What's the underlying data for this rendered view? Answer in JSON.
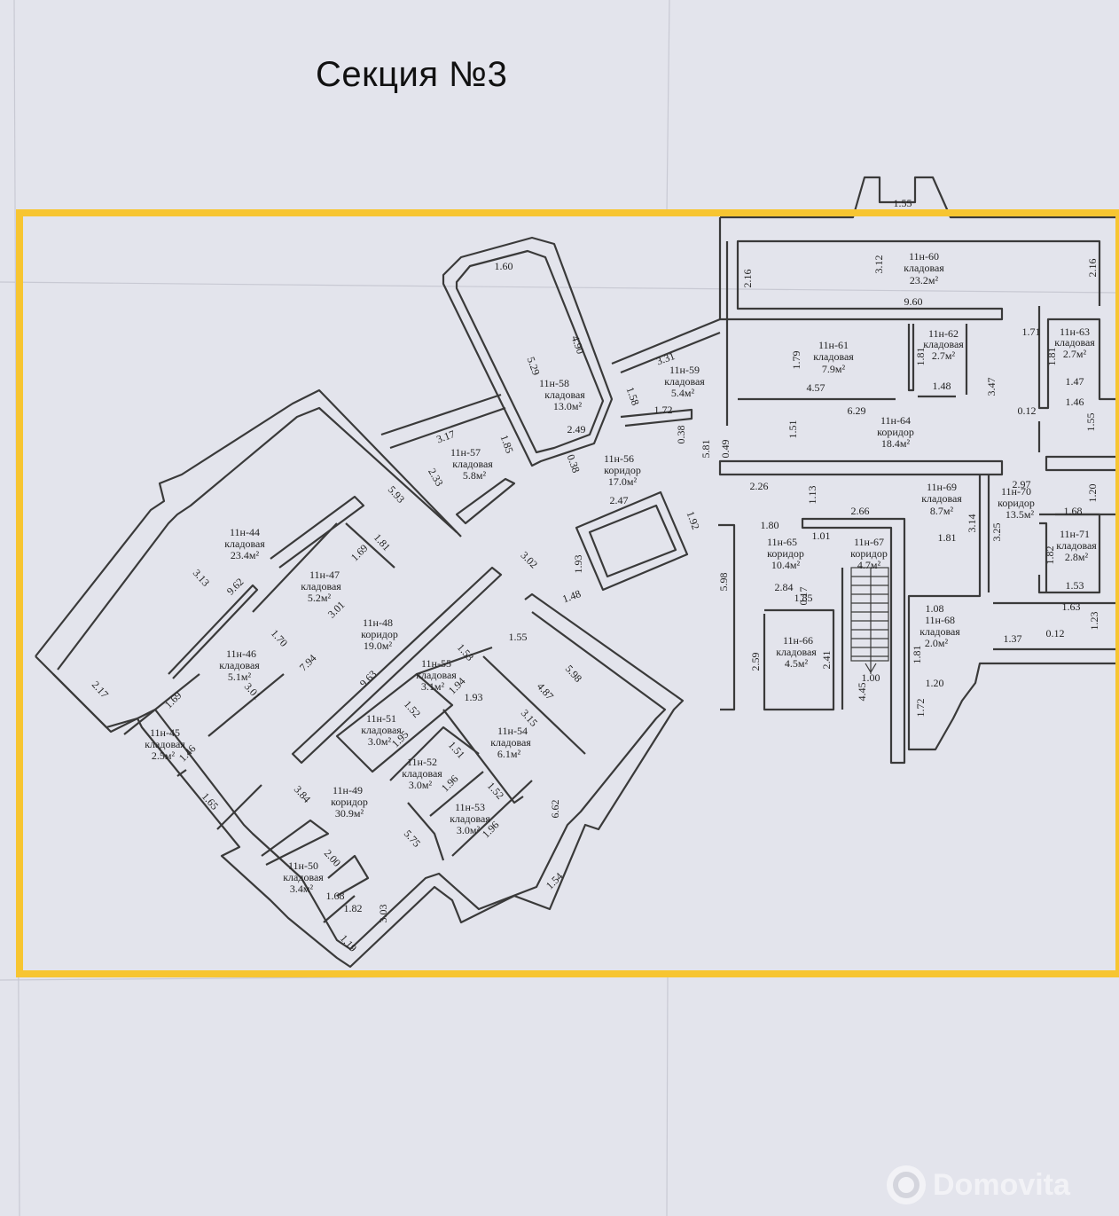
{
  "title": "Секция №3",
  "highlight_color": "#f7c531",
  "watermark": {
    "icon": "domovita-logo-icon",
    "text": "Domovita"
  },
  "rooms": [
    {
      "id": "11н-60",
      "type": "кладовая",
      "area": "23.2м²"
    },
    {
      "id": "11н-61",
      "type": "кладовая",
      "area": "7.9м²"
    },
    {
      "id": "11н-62",
      "type": "кладовая",
      "area": "2.7м²"
    },
    {
      "id": "11н-63",
      "type": "кладовая",
      "area": "2.7м²"
    },
    {
      "id": "11н-64",
      "type": "коридор",
      "area": "18.4м²"
    },
    {
      "id": "11н-58",
      "type": "кладовая",
      "area": "13.0м²"
    },
    {
      "id": "11н-59",
      "type": "кладовая",
      "area": "5.4м²"
    },
    {
      "id": "11н-57",
      "type": "кладовая",
      "area": "5.8м²"
    },
    {
      "id": "11н-56",
      "type": "коридор",
      "area": "17.0м²"
    },
    {
      "id": "11н-69",
      "type": "кладовая",
      "area": "8.7м²"
    },
    {
      "id": "11н-70",
      "type": "коридор",
      "area": "13.5м²"
    },
    {
      "id": "11н-71",
      "type": "кладовая",
      "area": "2.8м²"
    },
    {
      "id": "11н-65",
      "type": "коридор",
      "area": "10.4м²"
    },
    {
      "id": "11н-67",
      "type": "коридор",
      "area": "4.7м²"
    },
    {
      "id": "11н-66",
      "type": "кладовая",
      "area": "4.5м²"
    },
    {
      "id": "11н-68",
      "type": "кладовая",
      "area": "2.0м²"
    },
    {
      "id": "11н-44",
      "type": "кладовая",
      "area": "23.4м²"
    },
    {
      "id": "11н-47",
      "type": "кладовая",
      "area": "5.2м²"
    },
    {
      "id": "11н-48",
      "type": "коридор",
      "area": "19.0м²"
    },
    {
      "id": "11н-46",
      "type": "кладовая",
      "area": "5.1м²"
    },
    {
      "id": "11н-55",
      "type": "кладовая",
      "area": "3.1м²"
    },
    {
      "id": "11н-45",
      "type": "кладовая",
      "area": "2.5м²"
    },
    {
      "id": "11н-51",
      "type": "кладовая",
      "area": "3.0м²"
    },
    {
      "id": "11н-54",
      "type": "кладовая",
      "area": "6.1м²"
    },
    {
      "id": "11н-52",
      "type": "кладовая",
      "area": "3.0м²"
    },
    {
      "id": "11н-49",
      "type": "коридор",
      "area": "30.9м²"
    },
    {
      "id": "11н-53",
      "type": "кладовая",
      "area": "3.0м²"
    },
    {
      "id": "11н-50",
      "type": "кладовая",
      "area": "3.4м²"
    }
  ],
  "dimensions": [
    "1.55",
    "3.12",
    "2.16",
    "2.16",
    "9.60",
    "1.71",
    "1.79",
    "1.81",
    "1.81",
    "4.57",
    "1.48",
    "1.47",
    "1.46",
    "3.47",
    "0.12",
    "6.29",
    "1.51",
    "1.55",
    "1.60",
    "4.90",
    "5.29",
    "3.31",
    "1.58",
    "1.72",
    "2.49",
    "0.38",
    "0.38",
    "3.17",
    "1.85",
    "2.33",
    "5.81",
    "0.49",
    "2.26",
    "1.13",
    "2.97",
    "1.20",
    "1.68",
    "1.80",
    "2.66",
    "3.14",
    "3.25",
    "1.82",
    "1.53",
    "1.63",
    "1.23",
    "1.01",
    "1.81",
    "2.84",
    "0.17",
    "1.85",
    "1.08",
    "5.98",
    "2.59",
    "2.41",
    "1.00",
    "4.45",
    "1.37",
    "0.12",
    "1.20",
    "1.81",
    "1.72",
    "2.47",
    "1.92",
    "1.93",
    "1.48",
    "3.02",
    "5.93",
    "1.81",
    "1.69",
    "3.13",
    "9.62",
    "3.01",
    "1.70",
    "7.94",
    "9.63",
    "1.53",
    "1.55",
    "5.98",
    "1.94",
    "1.93",
    "4.87",
    "3.15",
    "1.52",
    "1.95",
    "1.51",
    "1.96",
    "1.52",
    "1.96",
    "6.62",
    "1.54",
    "3.01",
    "2.17",
    "1.69",
    "1.46",
    "1.65",
    "3.84",
    "5.75",
    "2.00",
    "1.68",
    "1.82",
    "3.03",
    "1.19"
  ]
}
